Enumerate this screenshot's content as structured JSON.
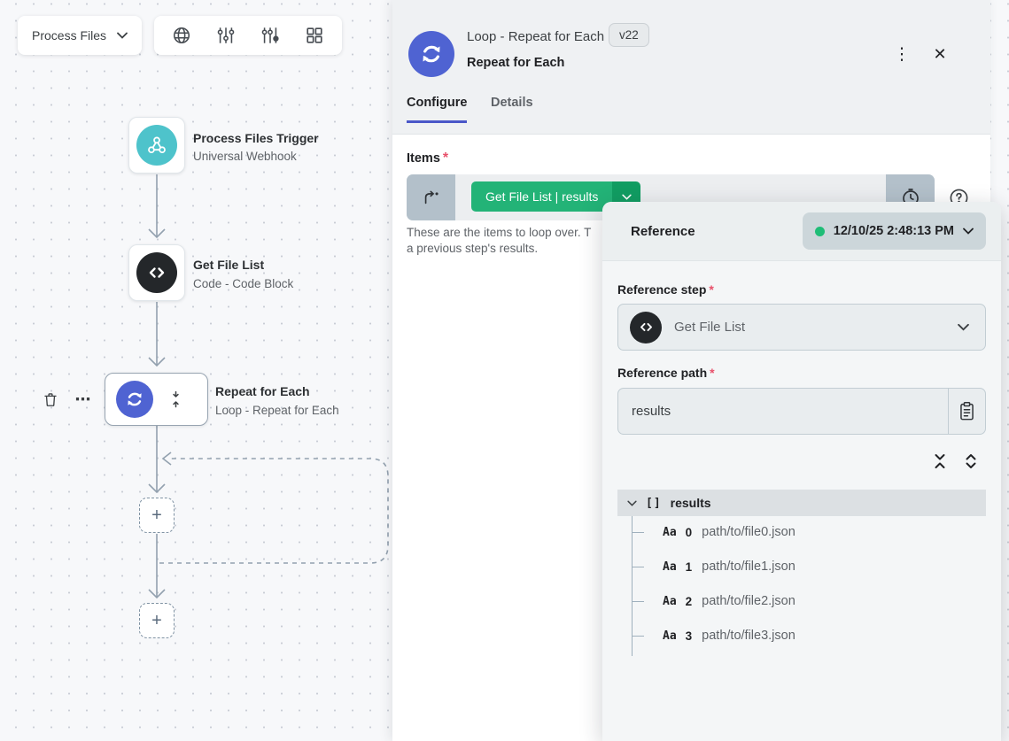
{
  "canvas": {
    "workflow_selector": "Process Files",
    "nodes": {
      "trigger": {
        "title": "Process Files Trigger",
        "subtitle": "Universal Webhook"
      },
      "code": {
        "title": "Get File List",
        "subtitle": "Code - Code Block"
      },
      "loop": {
        "title": "Repeat for Each",
        "subtitle": "Loop - Repeat for Each"
      }
    },
    "plus": "+",
    "ellipsis": "⋯"
  },
  "panel": {
    "type_label": "Loop - Repeat for Each",
    "version": "v22",
    "step_name": "Repeat for Each",
    "kebab": "⋮",
    "close": "✕",
    "tabs": {
      "configure": "Configure",
      "details": "Details"
    },
    "items": {
      "label": "Items",
      "required": "*",
      "pill": "Get File List | results",
      "help_line1": "These are the items to loop over. T",
      "help_line2": "a previous step's results."
    }
  },
  "reference": {
    "title": "Reference",
    "timestamp": "12/10/25 2:48:13 PM",
    "step_label": "Reference step",
    "step_value": "Get File List",
    "path_label": "Reference path",
    "path_value": "results",
    "required": "*",
    "tree": {
      "root_type": "[]",
      "root_label": "results",
      "items": [
        {
          "type": "Aa",
          "index": "0",
          "value": "path/to/file0.json"
        },
        {
          "type": "Aa",
          "index": "1",
          "value": "path/to/file1.json"
        },
        {
          "type": "Aa",
          "index": "2",
          "value": "path/to/file2.json"
        },
        {
          "type": "Aa",
          "index": "3",
          "value": "path/to/file3.json"
        }
      ]
    }
  },
  "colors": {
    "accent_green": "#23b377",
    "accent_indigo": "#4f63d2",
    "teal": "#4ec3cb",
    "tab_underline": "#4a57c8"
  }
}
